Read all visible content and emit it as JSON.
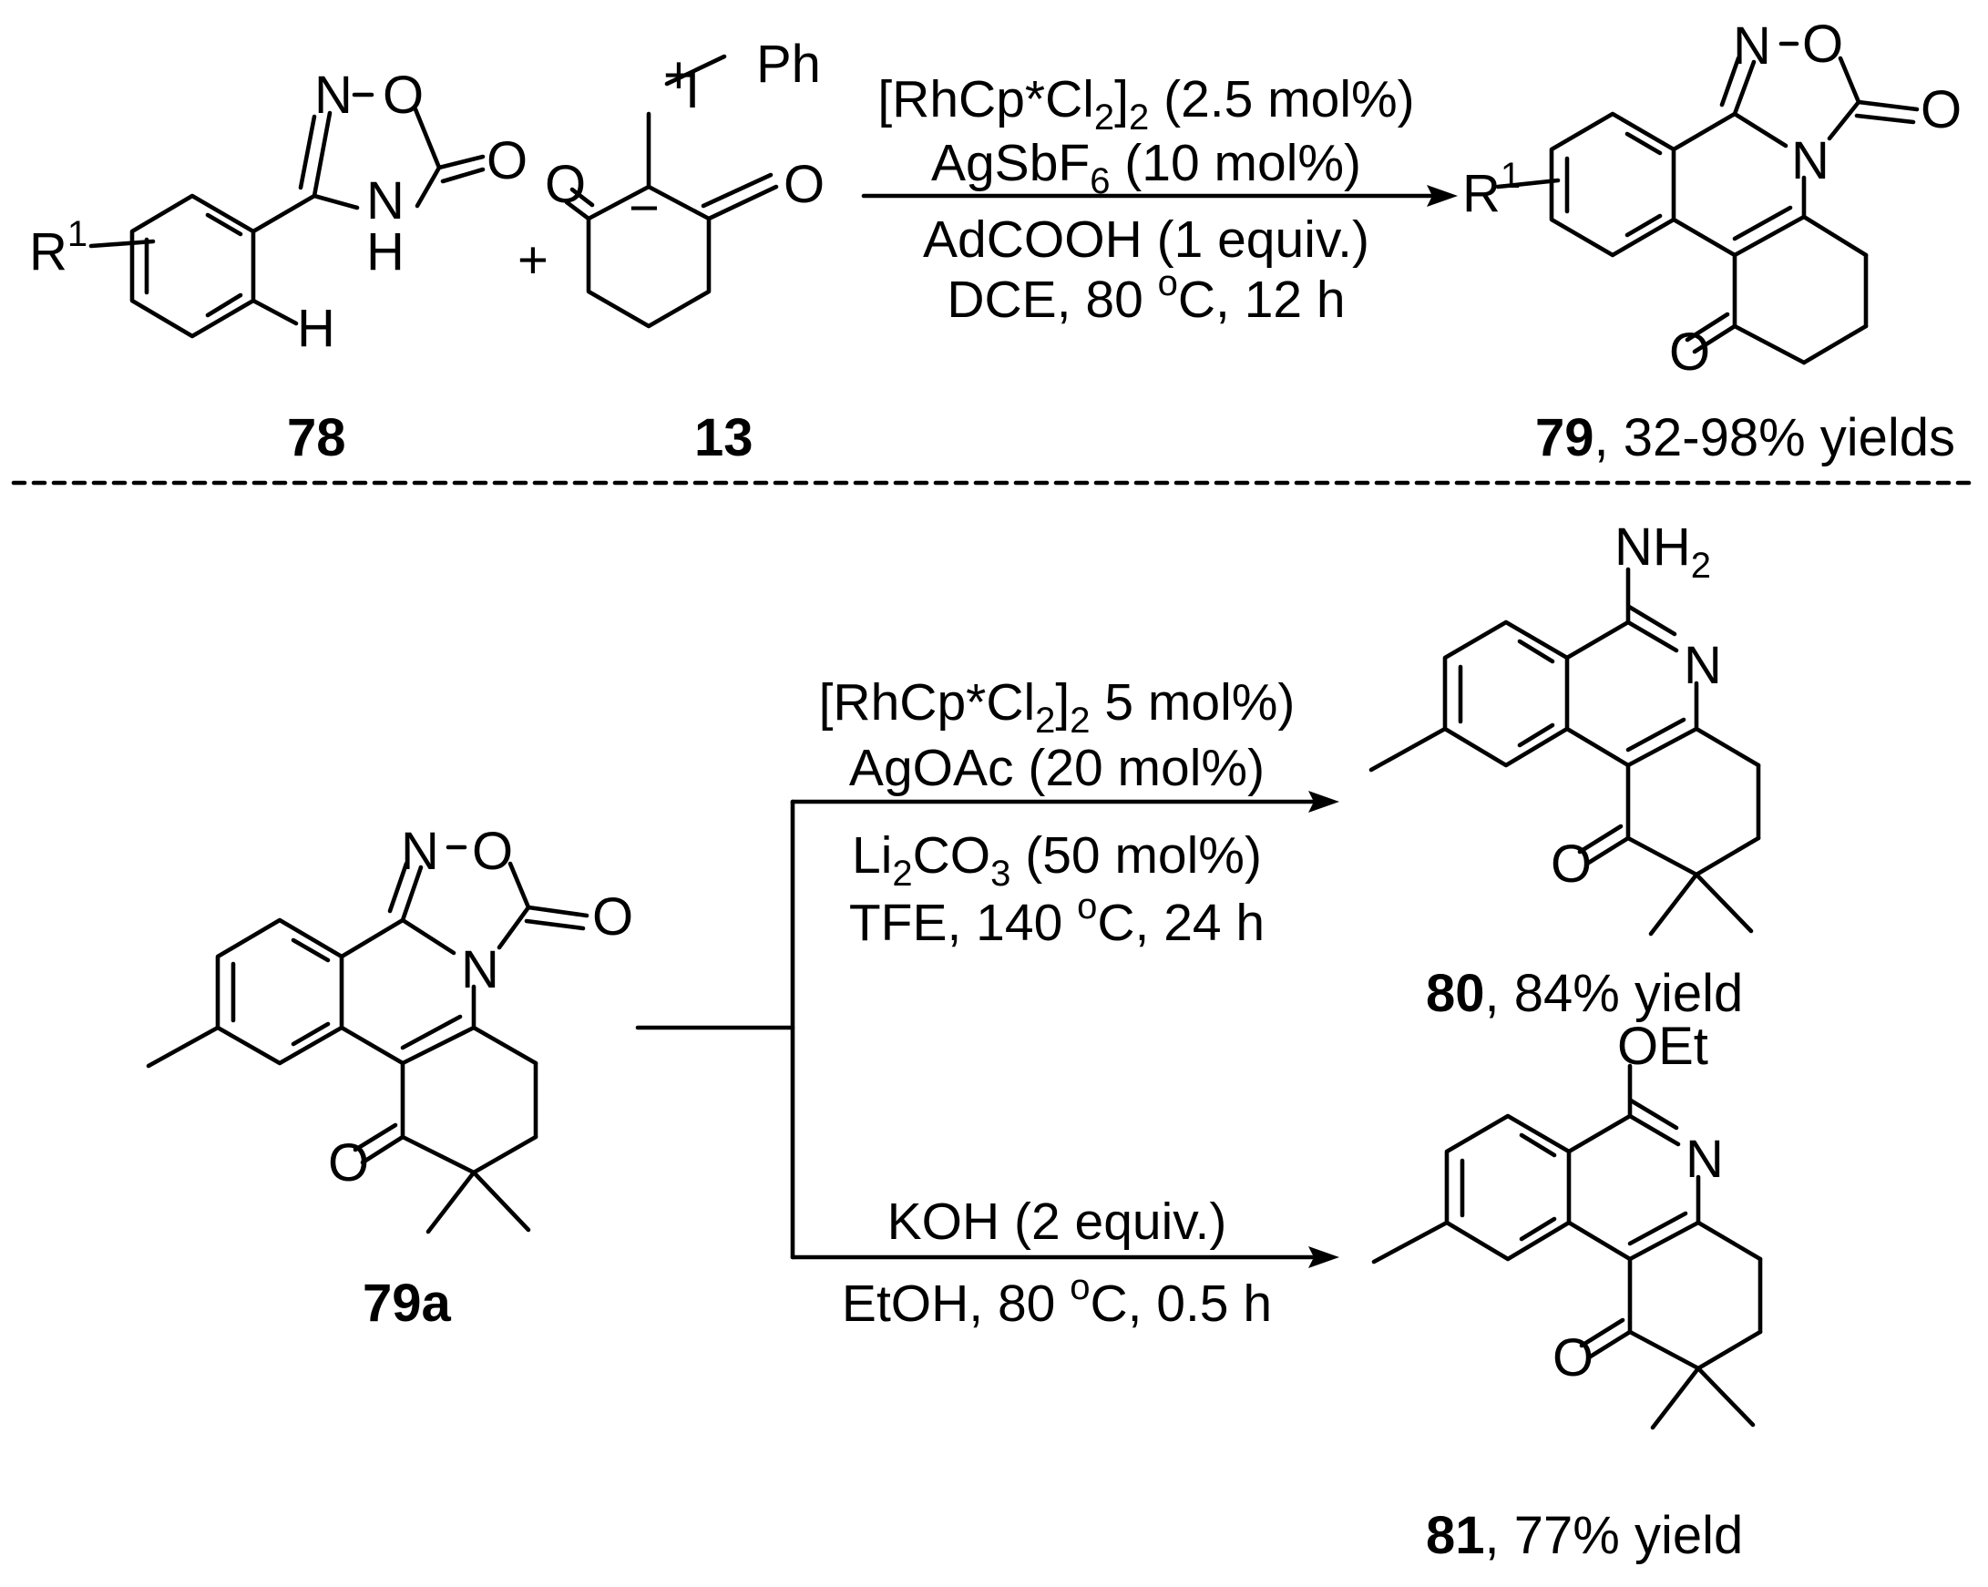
{
  "top_reaction": {
    "reactant_78": {
      "id": "78",
      "atoms": {
        "r1": "R",
        "r1_sup": "1",
        "n": "N",
        "o_ring": "O",
        "o_exo": "O",
        "nh_n": "N",
        "nh_h": "H",
        "h": "H"
      }
    },
    "plus": "+",
    "reactant_13": {
      "id": "13",
      "atoms": {
        "plus_charge": "+",
        "iodine": "I",
        "ph": "Ph",
        "minus": "−",
        "o_left": "O",
        "o_right": "O"
      }
    },
    "conditions": {
      "line1_a": "[RhCp*Cl",
      "line1_sub1": "2",
      "line1_b": "]",
      "line1_sub2": "2",
      "line1_c": " (2.5 mol%)",
      "line2_a": "AgSbF",
      "line2_sub": "6",
      "line2_b": " (10 mol%)",
      "line3": "AdCOOH (1 equiv.)",
      "line4_a": "DCE, 80 ",
      "line4_sup": "o",
      "line4_b": "C, 12 h"
    },
    "product_79": {
      "id": "79",
      "yield": ", 32-98% yields",
      "atoms": {
        "n_top": "N",
        "o_ring": "O",
        "o_exo": "O",
        "n_ring": "N",
        "r1": "R",
        "r1_sup": "1",
        "o_ketone": "O"
      }
    }
  },
  "bottom_reaction": {
    "start_79a": {
      "id": "79a",
      "atoms": {
        "n_top": "N",
        "o_ring": "O",
        "o_exo": "O",
        "n_ring": "N",
        "o_ketone": "O"
      }
    },
    "conditions_upper": {
      "line1_a": "[RhCp*Cl",
      "line1_sub1": "2",
      "line1_b": "]",
      "line1_sub2": "2",
      "line1_c": " 5 mol%)",
      "line2": "AgOAc (20 mol%)",
      "line3_a": "Li",
      "line3_sub1": "2",
      "line3_b": "CO",
      "line3_sub2": "3",
      "line3_c": " (50 mol%)",
      "line4_a": "TFE, 140 ",
      "line4_sup": "o",
      "line4_b": "C, 24 h"
    },
    "conditions_lower": {
      "line1": "KOH (2 equiv.)",
      "line2_a": "EtOH, 80 ",
      "line2_sup": "o",
      "line2_b": "C, 0.5 h"
    },
    "product_80": {
      "id": "80",
      "yield": ", 84% yield",
      "atoms": {
        "nh2": "NH",
        "nh2_sub": "2",
        "n": "N",
        "o_ketone": "O"
      }
    },
    "product_81": {
      "id": "81",
      "yield": ", 77% yield",
      "atoms": {
        "oet": "OEt",
        "n": "N",
        "o_ketone": "O"
      }
    }
  }
}
